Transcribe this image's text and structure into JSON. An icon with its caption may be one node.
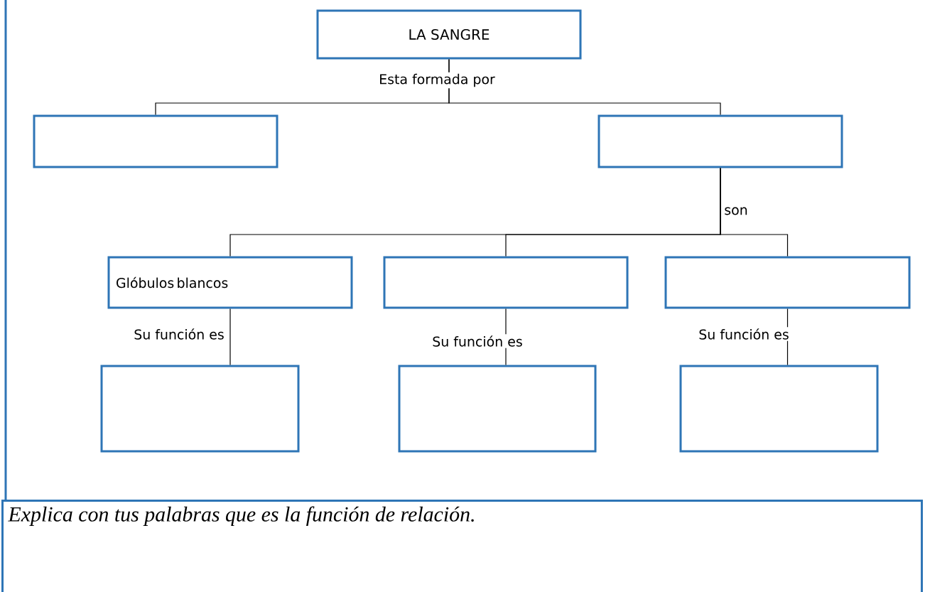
{
  "diagram": {
    "nodes": [
      {
        "text": [
          "LA SANGRE"
        ]
      },
      {
        "text": [],
        "shape": "box"
      },
      {
        "text": [],
        "shape": "box"
      },
      {
        "text": [
          "Glóbulos blancos"
        ]
      },
      {
        "text": [],
        "shape": "box"
      },
      {
        "text": [],
        "shape": "box"
      },
      {
        "text": [],
        "shape": "box"
      },
      {
        "text": [],
        "shape": "box"
      },
      {
        "text": [],
        "shape": "box"
      },
      {
        "text": [
          "Explica con tus palabras que es la función de relación."
        ]
      }
    ],
    "edges": [
      {
        "from": 0,
        "to": 1,
        "arrow": "none",
        "label": "Esta formada por"
      },
      {
        "from": 0,
        "to": 2,
        "arrow": "none"
      },
      {
        "from": 2,
        "to": 3,
        "arrow": "none",
        "label": "son"
      },
      {
        "from": 2,
        "to": 4,
        "arrow": "none"
      },
      {
        "from": 2,
        "to": 5,
        "arrow": "none"
      },
      {
        "from": 3,
        "to": 6,
        "arrow": "none",
        "label": "Su función es"
      },
      {
        "from": 4,
        "to": 7,
        "arrow": "none",
        "label": "Su función es"
      },
      {
        "from": 5,
        "to": 8,
        "arrow": "none",
        "label": "Su función es"
      }
    ]
  }
}
